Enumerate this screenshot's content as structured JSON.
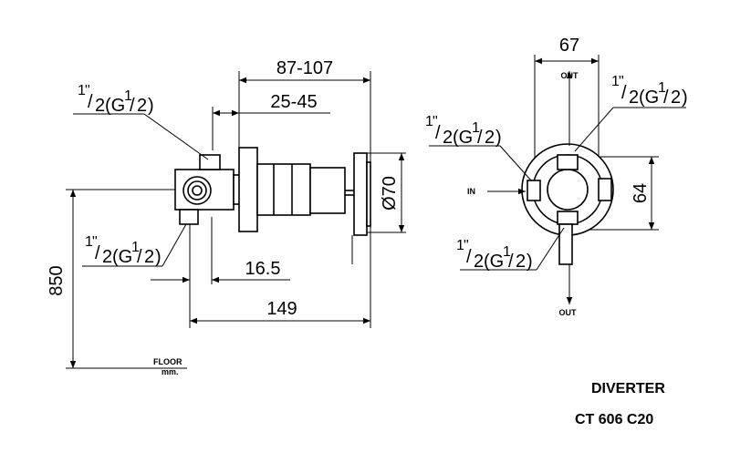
{
  "dimensions": {
    "depth_range": "87-107",
    "inner_range": "25-45",
    "flange_diameter": "Ø70",
    "offset": "16.5",
    "overall_length": "149",
    "height_from_floor": "850",
    "front_width": "67",
    "front_height": "64"
  },
  "thread_label": {
    "whole": "1",
    "quote": "\"",
    "slash": "/",
    "denominator": "2",
    "g": "(G",
    "close": ")"
  },
  "side_view": {
    "floor_label": "FLOOR",
    "unit_label": "mm."
  },
  "front_view": {
    "inlet": "IN",
    "outlet_top": "OUT",
    "outlet_bottom": "OUT"
  },
  "product": {
    "type": "DIVERTER",
    "model": "CT 606 C20"
  }
}
